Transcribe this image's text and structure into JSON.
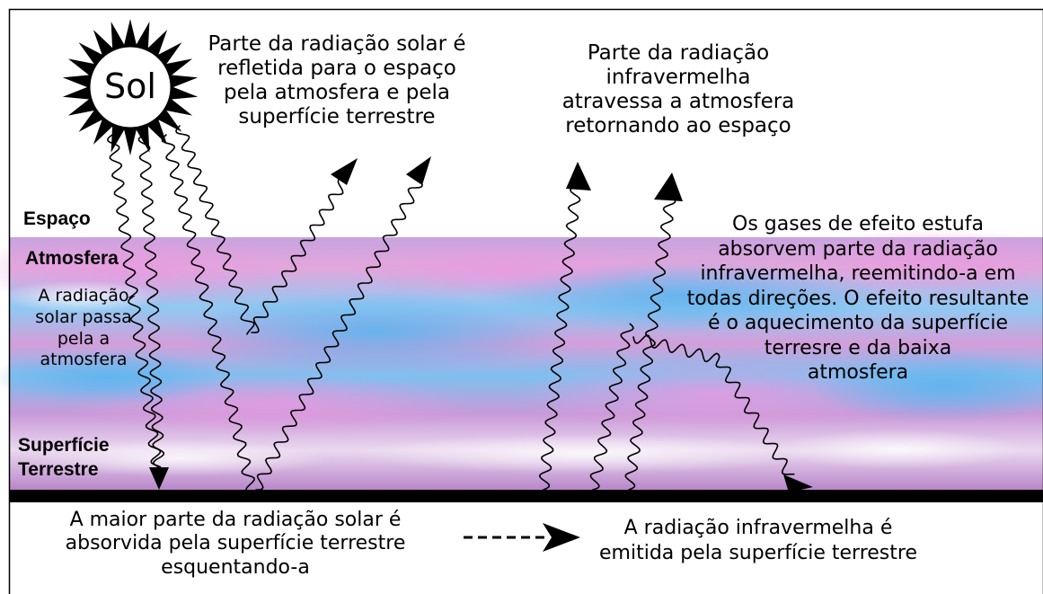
{
  "sun": {
    "label": "Sol"
  },
  "layers": {
    "space": "Espaço",
    "atmosphere": "Atmosfera",
    "surface": [
      "Superfície",
      "Terrestre"
    ]
  },
  "captions": {
    "reflected": [
      "Parte da radiação solar é",
      "refletida para o espaço",
      "pela atmosfera e pela",
      "superfície terrestre"
    ],
    "infrared_escape": [
      "Parte da radiação",
      "infravermelha",
      "atravessa a atmosfera",
      "retornando ao espaço"
    ],
    "greenhouse": [
      "Os gases de efeito estufa",
      "absorvem parte da radiação",
      "infravermelha, reemitindo-a em",
      "todas direções. O efeito resultante",
      "é o aquecimento da superfície",
      "terresre e da baixa",
      "atmosfera"
    ],
    "passes": [
      "A radiação",
      "solar passa",
      "pela a",
      "atmosfera"
    ],
    "absorbed": [
      "A maior parte da radiação solar é",
      "absorvida pela superfície terrestre",
      "esquentando-a"
    ],
    "emitted": [
      "A radiação infravermelha é",
      "emitida pela superfície terrestre"
    ]
  },
  "colors": {
    "sky_blue": "#7cc0f0",
    "sky_pink": "#d69ad8",
    "ground": "#000000",
    "frame": "#000000"
  }
}
